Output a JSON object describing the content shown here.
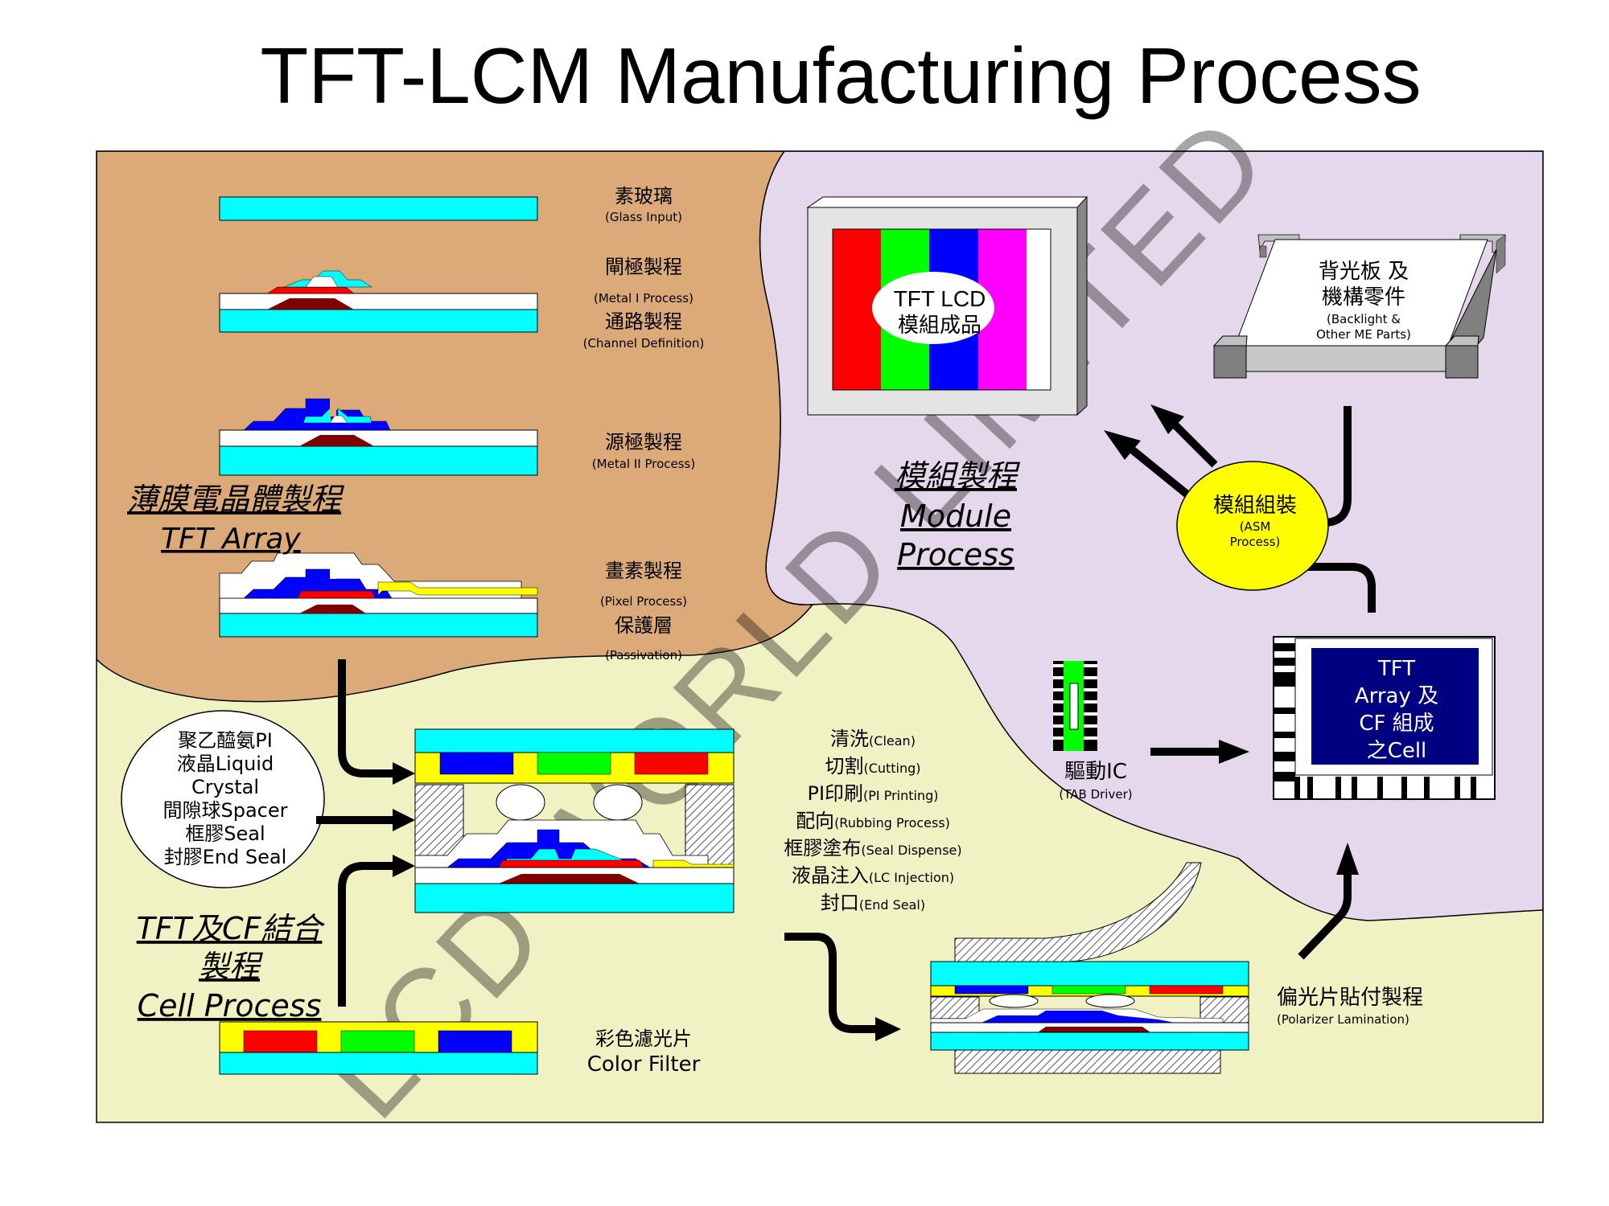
{
  "title": "TFT-LCM Manufacturing Process",
  "watermark": "LCD WORLD LIMITED",
  "colors": {
    "tft_region": "#DCAA78",
    "module_region": "#E6D8EC",
    "cell_region": "#F0F2C4",
    "glass": "#00FFFF",
    "gate_metal": "#800000",
    "insulator": "#FFFFFF",
    "active_layer": "#FF0000",
    "channel": "#00FFFF",
    "source_drain": "#0000FF",
    "ito": "#FFFF00",
    "cf_red": "#FF0000",
    "cf_green": "#00FF00",
    "cf_blue": "#0000FF",
    "cf_matrix": "#FFFF00",
    "asm_circle": "#FFFF00",
    "cell_panel": "#000080",
    "watermark": "#A0A0A0"
  },
  "tft_array": {
    "heading_cn": "薄膜電晶體製程",
    "heading_en": "TFT Array",
    "steps": [
      {
        "cn": "素玻璃",
        "en": "(Glass Input)"
      },
      {
        "cn": "閘極製程",
        "en": "(Metal I Process)"
      },
      {
        "cn": "通路製程",
        "en": "(Channel Definition)"
      },
      {
        "cn": "源極製程",
        "en": "(Metal II Process)"
      },
      {
        "cn": "畫素製程",
        "en": "(Pixel Process)"
      },
      {
        "cn": "保護層",
        "en": "(Passivation)"
      }
    ]
  },
  "cell_process": {
    "heading_cn_1": "TFT及CF結合",
    "heading_cn_2": "製程",
    "heading_en": "Cell Process",
    "materials": [
      "聚乙醯氨PI",
      "液晶Liquid",
      "Crystal",
      "間隙球Spacer",
      "框膠Seal",
      "封膠End Seal"
    ],
    "color_filter_cn": "彩色濾光片",
    "color_filter_en": "Color Filter",
    "steps": [
      {
        "cn": "清洗",
        "en": "(Clean)"
      },
      {
        "cn": "切割",
        "en": "(Cutting)"
      },
      {
        "cn": "PI印刷",
        "en": "(PI Printing)"
      },
      {
        "cn": "配向",
        "en": "(Rubbing Process)"
      },
      {
        "cn": "框膠塗布",
        "en": "(Seal Dispense)"
      },
      {
        "cn": "液晶注入",
        "en": "(LC Injection)"
      },
      {
        "cn": "封口",
        "en": "(End Seal)"
      }
    ],
    "polarizer_cn": "偏光片貼付製程",
    "polarizer_en": "(Polarizer Lamination)"
  },
  "module_process": {
    "heading_cn": "模組製程",
    "heading_en_1": "Module",
    "heading_en_2": "Process",
    "product_line1": "TFT LCD",
    "product_line2": "模組成品",
    "backlight_cn_1": "背光板 及",
    "backlight_cn_2": "機構零件",
    "backlight_en_1": "(Backlight &",
    "backlight_en_2": "Other ME Parts)",
    "asm_cn": "模組組裝",
    "asm_en_1": "(ASM",
    "asm_en_2": "Process)",
    "driver_cn": "驅動IC",
    "driver_en": "(TAB Driver)",
    "cell_lines": [
      "TFT",
      "Array 及",
      "CF 組成",
      "之Cell"
    ]
  }
}
